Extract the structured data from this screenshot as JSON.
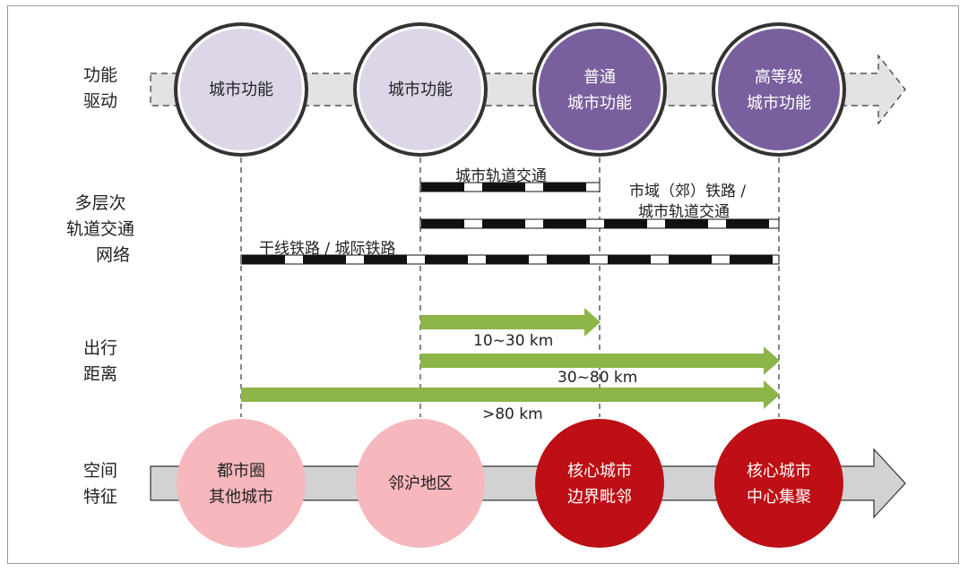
{
  "row_labels": {
    "function": [
      "功能",
      "驱动"
    ],
    "rail": [
      "多层次",
      "轨道交通",
      "网络"
    ],
    "distance": [
      "出行",
      "距离"
    ],
    "space": [
      "空间",
      "特征"
    ]
  },
  "function_circles": [
    {
      "lines": [
        "城市功能"
      ],
      "style": "light"
    },
    {
      "lines": [
        "城市功能"
      ],
      "style": "light"
    },
    {
      "lines": [
        "普通",
        "城市功能"
      ],
      "style": "dark"
    },
    {
      "lines": [
        "高等级",
        "城市功能"
      ],
      "style": "dark"
    }
  ],
  "rail_segments": [
    {
      "label": "城市轨道交通"
    },
    {
      "label": "市域（郊）铁路 /",
      "label2": "城市轨道交通"
    },
    {
      "label": "干线铁路 / 城际铁路"
    }
  ],
  "distances": [
    {
      "label": "10~30 km"
    },
    {
      "label": "30~80 km"
    },
    {
      "label": ">80 km"
    }
  ],
  "space_circles": [
    {
      "lines": [
        "都市圈",
        "其他城市"
      ],
      "style": "pink"
    },
    {
      "lines": [
        "邻沪地区"
      ],
      "style": "pink"
    },
    {
      "lines": [
        "核心城市",
        "边界毗邻"
      ],
      "style": "red"
    },
    {
      "lines": [
        "核心城市",
        "中心集聚"
      ],
      "style": "red"
    }
  ],
  "colors": {
    "light_circle": "#ddd6e8",
    "dark_circle": "#7a5f9e",
    "pink_circle": "#f6b7bd",
    "red_circle": "#bd0f15",
    "green_arrow": "#8db548",
    "gray_arrow": "#d2d2d2"
  }
}
